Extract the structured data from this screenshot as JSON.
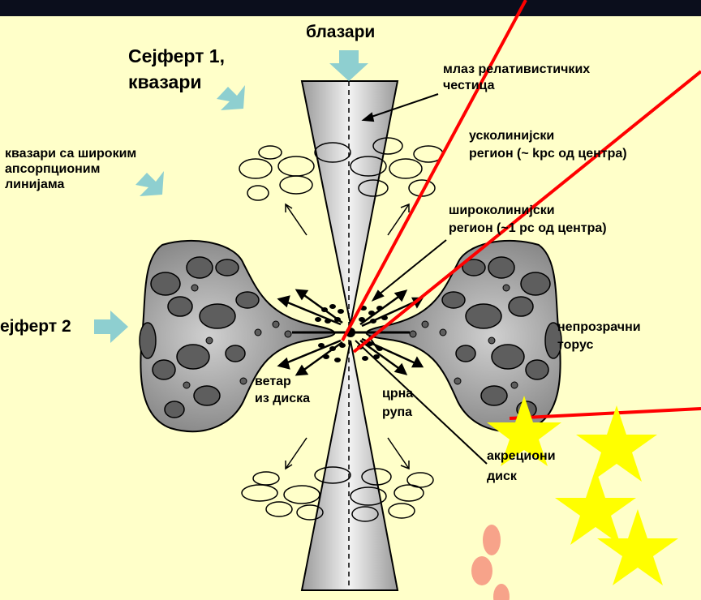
{
  "labels": {
    "blazars": "блазари",
    "seyfert1_line1": "Сејферт 1,",
    "seyfert1_line2": "квазари",
    "broad_abs_line1": "квазари са широким",
    "broad_abs_line2": "апсорпционим",
    "broad_abs_line3": "линијама",
    "seyfert2": "ејферт 2",
    "jet_line1": "млаз релативистичких",
    "jet_line2": "честица",
    "nlr_line1": "усколинијски",
    "nlr_line2": "регион (~ kpc од центра)",
    "blr_line1": "широколинијски",
    "blr_line2": "регион (~1 pc од центра)",
    "torus_line1": "непрозрачни",
    "torus_line2": "торус",
    "wind_line1": "ветар",
    "wind_line2": "из диска",
    "bh_line1": "црна",
    "bh_line2": "рупа",
    "disk_line1": "акрециони",
    "disk_line2": "диск"
  },
  "colors": {
    "panel_bg": "#ffffc9",
    "arrow_teal": "#8ecfd0",
    "torus_gray": "#8c8c8c",
    "red_line": "#ff0000",
    "star_yellow": "#ffff00",
    "blob_pink": "#f7a38a"
  }
}
